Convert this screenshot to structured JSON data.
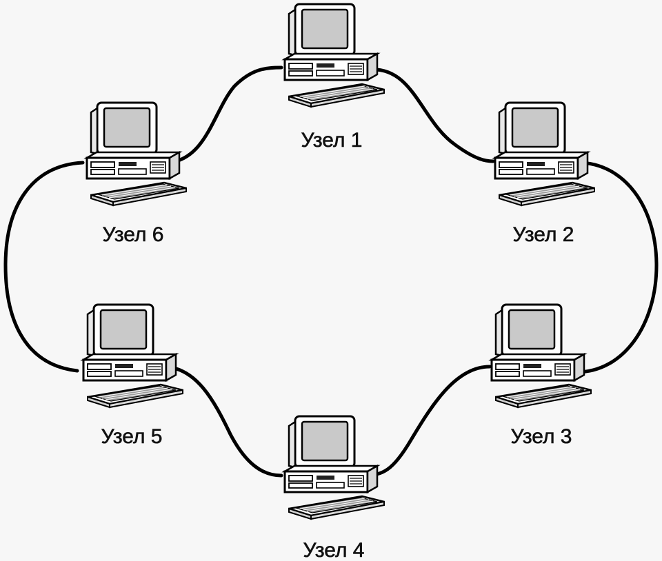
{
  "diagram": {
    "type": "ring-network",
    "nodes": [
      {
        "id": 1,
        "label": "Узел 1",
        "icon": "desktop-computer-icon"
      },
      {
        "id": 2,
        "label": "Узел 2",
        "icon": "desktop-computer-icon"
      },
      {
        "id": 3,
        "label": "Узел 3",
        "icon": "desktop-computer-icon"
      },
      {
        "id": 4,
        "label": "Узел 4",
        "icon": "desktop-computer-icon"
      },
      {
        "id": 5,
        "label": "Узел 5",
        "icon": "desktop-computer-icon"
      },
      {
        "id": 6,
        "label": "Узел 6",
        "icon": "desktop-computer-icon"
      }
    ],
    "links": [
      [
        1,
        2
      ],
      [
        2,
        3
      ],
      [
        3,
        4
      ],
      [
        4,
        5
      ],
      [
        5,
        6
      ],
      [
        6,
        1
      ]
    ],
    "colors": {
      "background": "#f7f7f7",
      "line": "#000000",
      "screen": "#c9c9c9"
    }
  }
}
